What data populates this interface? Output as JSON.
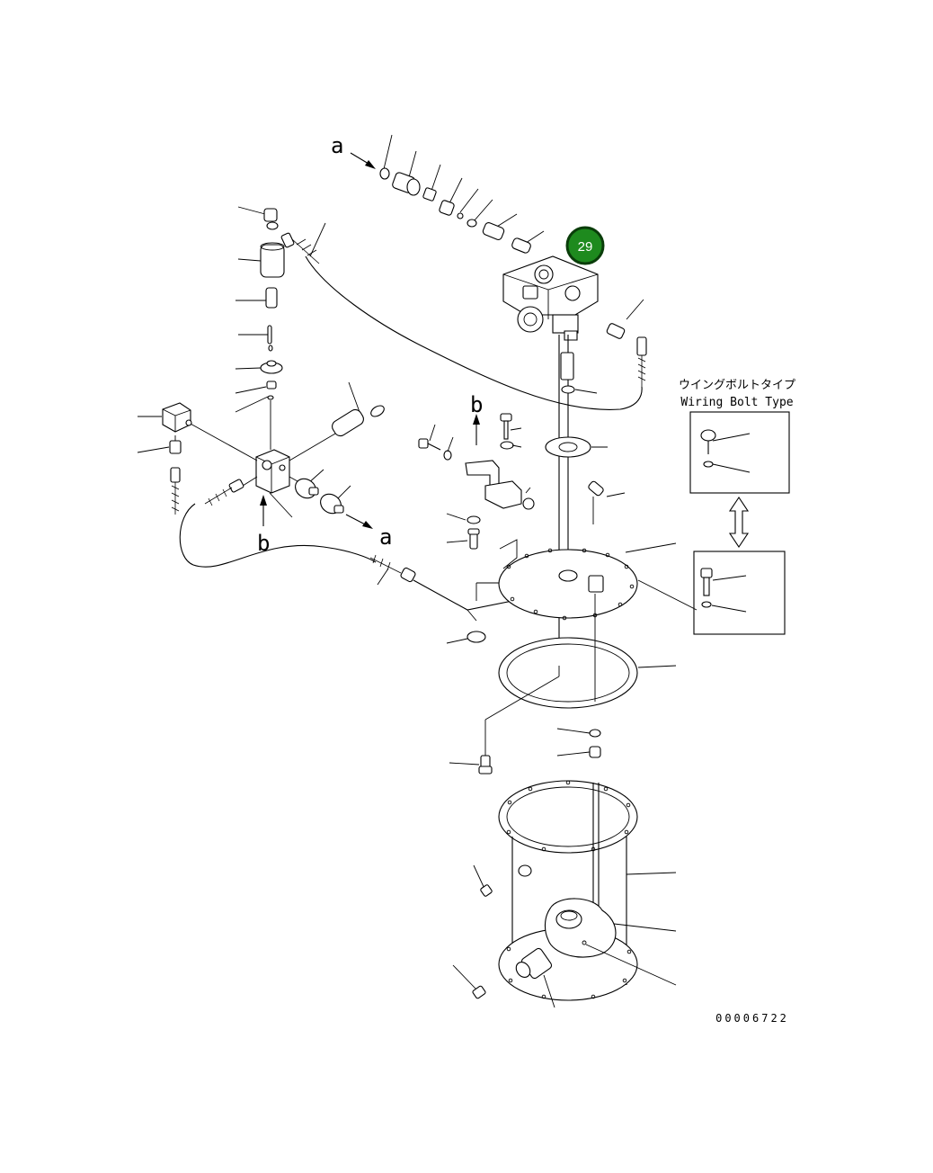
{
  "diagram": {
    "labels": {
      "arrow_a_top": "a",
      "arrow_a_bottom": "a",
      "arrow_b_left": "b",
      "arrow_b_center": "b"
    },
    "inset": {
      "title_jp": "ウイングボルトタイプ",
      "title_en": "Wiring Bolt Type"
    },
    "callout": {
      "number": "29",
      "color": "#1e8a1e"
    },
    "drawing_number": "00006722"
  }
}
